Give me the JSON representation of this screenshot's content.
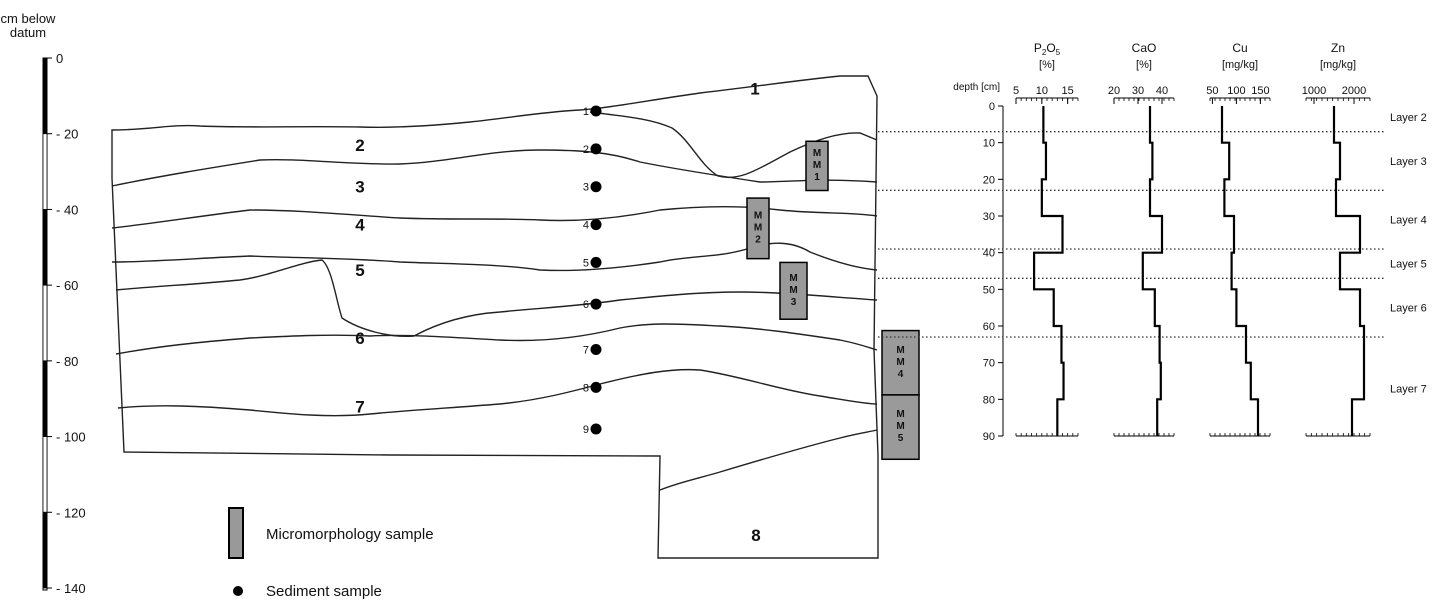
{
  "scale": {
    "title_line1": "cm below",
    "title_line2": "datum",
    "ticks": [
      {
        "value": 0,
        "label": "0"
      },
      {
        "value": 20,
        "label": "- 20"
      },
      {
        "value": 40,
        "label": "- 40"
      },
      {
        "value": 60,
        "label": "- 60"
      },
      {
        "value": 80,
        "label": "- 80"
      },
      {
        "value": 100,
        "label": "- 100"
      },
      {
        "value": 120,
        "label": "- 120"
      },
      {
        "value": 140,
        "label": "- 140"
      }
    ]
  },
  "layers": [
    {
      "label": "1",
      "depth": 8
    },
    {
      "label": "2",
      "depth": 23
    },
    {
      "label": "3",
      "depth": 34
    },
    {
      "label": "4",
      "depth": 44
    },
    {
      "label": "5",
      "depth": 56
    },
    {
      "label": "6",
      "depth": 74
    },
    {
      "label": "7",
      "depth": 92
    },
    {
      "label": "8",
      "depth": 126
    }
  ],
  "sediment_samples": [
    {
      "label": "1",
      "depth": 14
    },
    {
      "label": "2",
      "depth": 24
    },
    {
      "label": "3",
      "depth": 34
    },
    {
      "label": "4",
      "depth": 44
    },
    {
      "label": "5",
      "depth": 54
    },
    {
      "label": "6",
      "depth": 65
    },
    {
      "label": "7",
      "depth": 77
    },
    {
      "label": "8",
      "depth": 87
    },
    {
      "label": "9",
      "depth": 98
    }
  ],
  "micromorphology_samples": [
    {
      "label": "MM1",
      "top": 22,
      "bottom": 35
    },
    {
      "label": "MM2",
      "top": 37,
      "bottom": 53
    },
    {
      "label": "MM3",
      "top": 54,
      "bottom": 69
    },
    {
      "label": "MM4",
      "top": 72,
      "bottom": 89
    },
    {
      "label": "MM5",
      "top": 89,
      "bottom": 106
    }
  ],
  "legend": {
    "micromorphology": "Micromorphology sample",
    "sediment": "Sediment sample"
  },
  "chart_data": {
    "type": "line",
    "depth_axis_label": "depth [cm]",
    "depth_ticks": [
      0,
      10,
      20,
      30,
      40,
      50,
      60,
      70,
      80,
      90
    ],
    "depth_range": [
      0,
      90
    ],
    "panels": [
      {
        "title_line1": "P2O5",
        "title_line2": "[%]",
        "xlim": [
          5,
          17
        ],
        "ticks": [
          5,
          10,
          15
        ],
        "steps": [
          {
            "from": 0,
            "to": 10,
            "value": 10.3
          },
          {
            "from": 10,
            "to": 20,
            "value": 10.8
          },
          {
            "from": 20,
            "to": 30,
            "value": 10.0
          },
          {
            "from": 30,
            "to": 40,
            "value": 14.0
          },
          {
            "from": 40,
            "to": 50,
            "value": 8.5
          },
          {
            "from": 50,
            "to": 60,
            "value": 12.3
          },
          {
            "from": 60,
            "to": 70,
            "value": 13.8
          },
          {
            "from": 70,
            "to": 80,
            "value": 14.2
          },
          {
            "from": 80,
            "to": 90,
            "value": 13.0
          }
        ]
      },
      {
        "title_line1": "CaO",
        "title_line2": "[%]",
        "xlim": [
          20,
          45
        ],
        "ticks": [
          20,
          30,
          40
        ],
        "steps": [
          {
            "from": 0,
            "to": 10,
            "value": 35
          },
          {
            "from": 10,
            "to": 20,
            "value": 36
          },
          {
            "from": 20,
            "to": 30,
            "value": 35
          },
          {
            "from": 30,
            "to": 40,
            "value": 40
          },
          {
            "from": 40,
            "to": 50,
            "value": 32
          },
          {
            "from": 50,
            "to": 60,
            "value": 37
          },
          {
            "from": 60,
            "to": 70,
            "value": 39
          },
          {
            "from": 70,
            "to": 80,
            "value": 39.5
          },
          {
            "from": 80,
            "to": 90,
            "value": 38
          }
        ]
      },
      {
        "title_line1": "Cu",
        "title_line2": "[mg/kg]",
        "xlim": [
          45,
          170
        ],
        "ticks": [
          50,
          100,
          150
        ],
        "steps": [
          {
            "from": 0,
            "to": 10,
            "value": 70
          },
          {
            "from": 10,
            "to": 20,
            "value": 85
          },
          {
            "from": 20,
            "to": 30,
            "value": 75
          },
          {
            "from": 30,
            "to": 40,
            "value": 95
          },
          {
            "from": 40,
            "to": 50,
            "value": 90
          },
          {
            "from": 50,
            "to": 60,
            "value": 100
          },
          {
            "from": 60,
            "to": 70,
            "value": 120
          },
          {
            "from": 70,
            "to": 80,
            "value": 130
          },
          {
            "from": 80,
            "to": 90,
            "value": 145
          }
        ]
      },
      {
        "title_line1": "Zn",
        "title_line2": "[mg/kg]",
        "xlim": [
          800,
          2400
        ],
        "ticks": [
          1000,
          2000
        ],
        "tick_labels": [
          "1000",
          "2000"
        ],
        "steps": [
          {
            "from": 0,
            "to": 10,
            "value": 1500
          },
          {
            "from": 10,
            "to": 20,
            "value": 1650
          },
          {
            "from": 20,
            "to": 30,
            "value": 1550
          },
          {
            "from": 30,
            "to": 40,
            "value": 2150
          },
          {
            "from": 40,
            "to": 50,
            "value": 1650
          },
          {
            "from": 50,
            "to": 60,
            "value": 2150
          },
          {
            "from": 60,
            "to": 70,
            "value": 2250
          },
          {
            "from": 70,
            "to": 80,
            "value": 2250
          },
          {
            "from": 80,
            "to": 90,
            "value": 1950
          }
        ]
      }
    ],
    "layer_boundaries": [
      7,
      23,
      39,
      47,
      63
    ],
    "layer_labels": [
      {
        "label": "Layer 2",
        "depth": 3
      },
      {
        "label": "Layer 3",
        "depth": 15
      },
      {
        "label": "Layer 4",
        "depth": 31
      },
      {
        "label": "Layer 5",
        "depth": 43
      },
      {
        "label": "Layer 6",
        "depth": 55
      },
      {
        "label": "Layer 7",
        "depth": 77
      }
    ]
  }
}
